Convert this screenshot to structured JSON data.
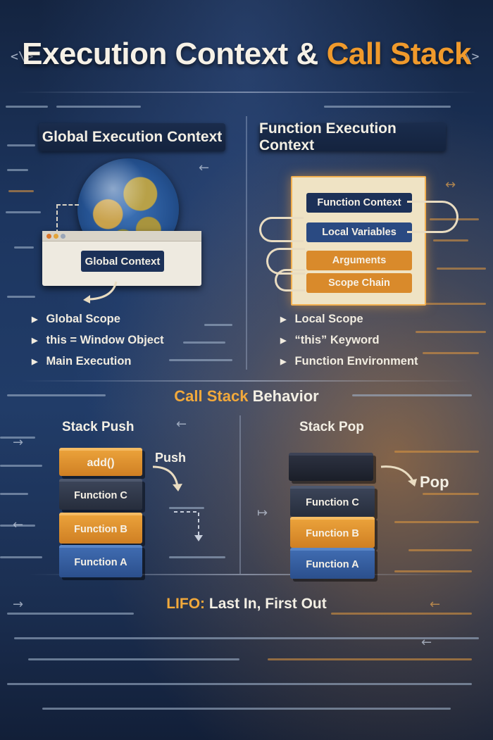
{
  "title": {
    "part1": "Execution Context &",
    "part2": "Call Stack"
  },
  "code_icon": "<\\>",
  "global_section": {
    "heading": "Global Execution Context",
    "window_label": "Global Context",
    "bullets": [
      "Global Scope",
      "this = Window Object",
      "Main Execution"
    ]
  },
  "function_section": {
    "heading": "Function Execution Context",
    "boxes": [
      "Function Context",
      "Local Variables",
      "Arguments",
      "Scope Chain"
    ],
    "bullets": [
      "Local Scope",
      "“this” Keyword",
      "Function Environment"
    ]
  },
  "call_stack": {
    "heading_accent": "Call Stack",
    "heading_rest": "Behavior",
    "push": {
      "title": "Stack Push",
      "action": "Push",
      "blocks": [
        "add()",
        "Function C",
        "Function B",
        "Function A"
      ]
    },
    "pop": {
      "title": "Stack Pop",
      "action": "Pop",
      "blocks": [
        "Function C",
        "Function B",
        "Function A"
      ]
    }
  },
  "footer": {
    "accent": "LIFO:",
    "rest": "Last In, First Out"
  },
  "colors": {
    "accent_orange": "#f09a2c",
    "navy": "#1c3158",
    "cream": "#efe3c4"
  }
}
